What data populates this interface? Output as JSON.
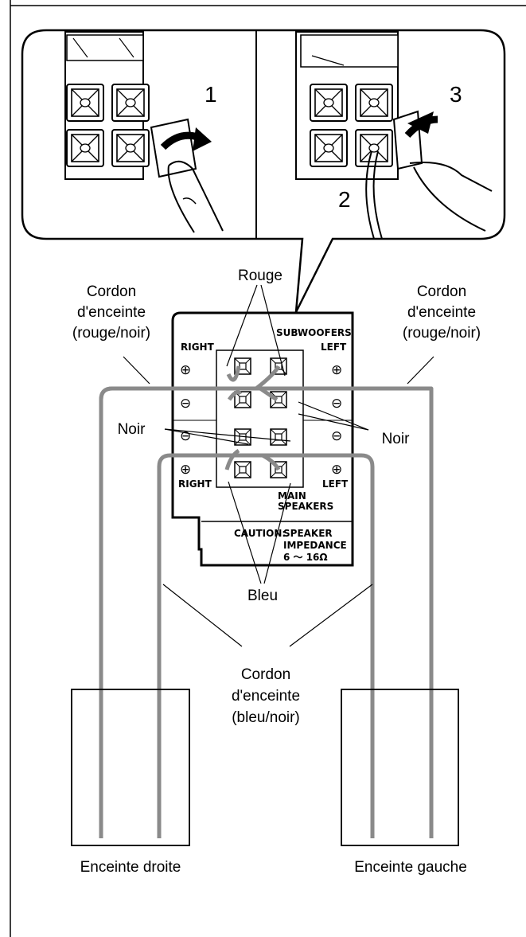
{
  "steps": [
    "1",
    "2",
    "3"
  ],
  "labels": {
    "rouge": "Rouge",
    "noir_left": "Noir",
    "noir_right": "Noir",
    "bleu": "Bleu",
    "cord_left": [
      "Cordon",
      "d'enceinte",
      "(rouge/noir)"
    ],
    "cord_right": [
      "Cordon",
      "d'enceinte",
      "(rouge/noir)"
    ],
    "cord_bottom": [
      "Cordon",
      "d'enceinte",
      "(bleu/noir)"
    ],
    "speaker_right": "Enceinte droite",
    "speaker_left": "Enceinte gauche"
  },
  "panel": {
    "subwoofers": "SUBWOOFERS",
    "right_top": "RIGHT",
    "left_top": "LEFT",
    "right_bottom": "RIGHT",
    "left_bottom": "LEFT",
    "main": "MAIN",
    "speakers": "SPEAKERS",
    "caution": "CAUTION:",
    "speaker": "SPEAKER",
    "impedance": "IMPEDANCE",
    "ohm": "6 ～ 16Ω",
    "plus": "⊕",
    "minus": "⊖"
  },
  "colors": {
    "cable": "#8a8a8a",
    "line": "#000000"
  }
}
